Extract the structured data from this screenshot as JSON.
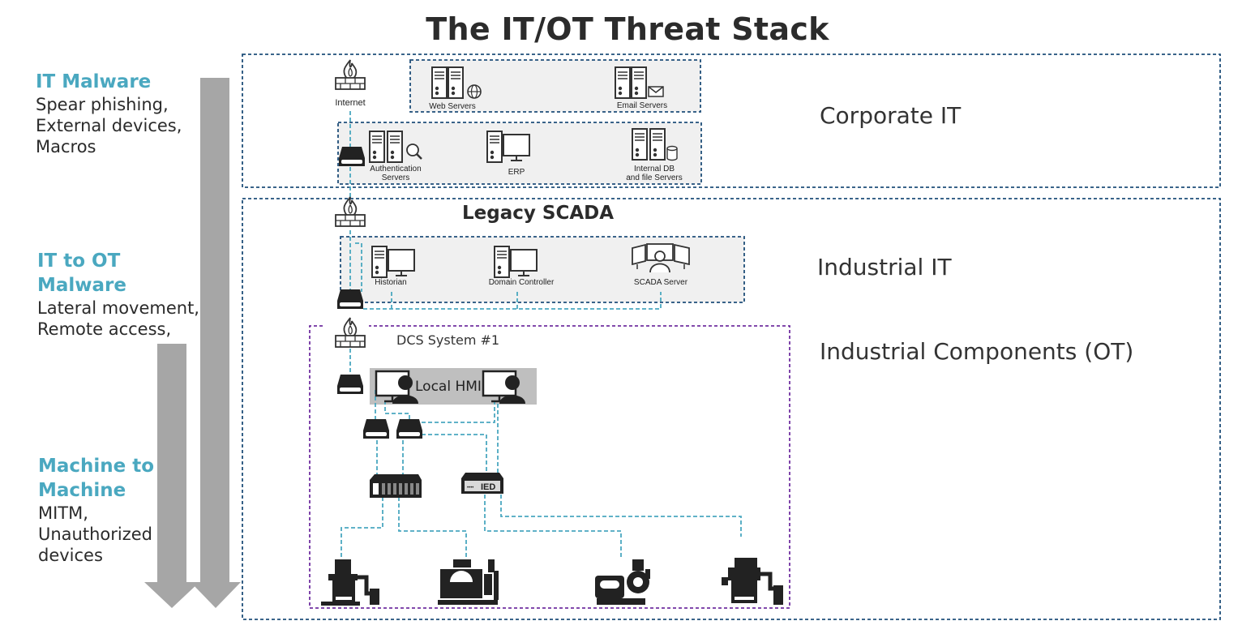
{
  "title": "The IT/OT Threat Stack",
  "threats": [
    {
      "title_lines": [
        "IT Malware"
      ],
      "desc_lines": [
        "Spear phishing,",
        "External devices,",
        "Macros"
      ]
    },
    {
      "title_lines": [
        "IT to OT",
        "Malware"
      ],
      "desc_lines": [
        "Lateral movement,",
        "Remote access,"
      ]
    },
    {
      "title_lines": [
        "Machine to",
        "Machine"
      ],
      "desc_lines": [
        "MITM,",
        "Unauthorized",
        "devices"
      ]
    }
  ],
  "zones": {
    "corporate_it": "Corporate IT",
    "industrial_it": "Industrial IT",
    "industrial_components": "Industrial Components (OT)"
  },
  "legacy_scada": "Legacy SCADA",
  "dcs_system": "DCS System #1",
  "local_hmi": "Local HMI",
  "ied_label": "IED",
  "nodes": {
    "internet": "Internet",
    "web_servers": "Web Servers",
    "email_servers": "Email  Servers",
    "auth_servers": [
      "Authentication",
      "Servers"
    ],
    "erp": "ERP",
    "db_servers": [
      "Internal  DB",
      "and file Servers"
    ],
    "historian": "Historian",
    "domain_controller": "Domain  Controller",
    "scada_server": "SCADA  Server"
  },
  "colors": {
    "threat_accent": "#4aa8c0",
    "zone_border": "#1f4e79",
    "dcs_border": "#7030a0",
    "link_dashed": "#4aa8c0",
    "arrow_gray": "#a6a6a6",
    "panel_fill": "#f0f0f0",
    "hmi_fill": "#bfbfbf"
  }
}
